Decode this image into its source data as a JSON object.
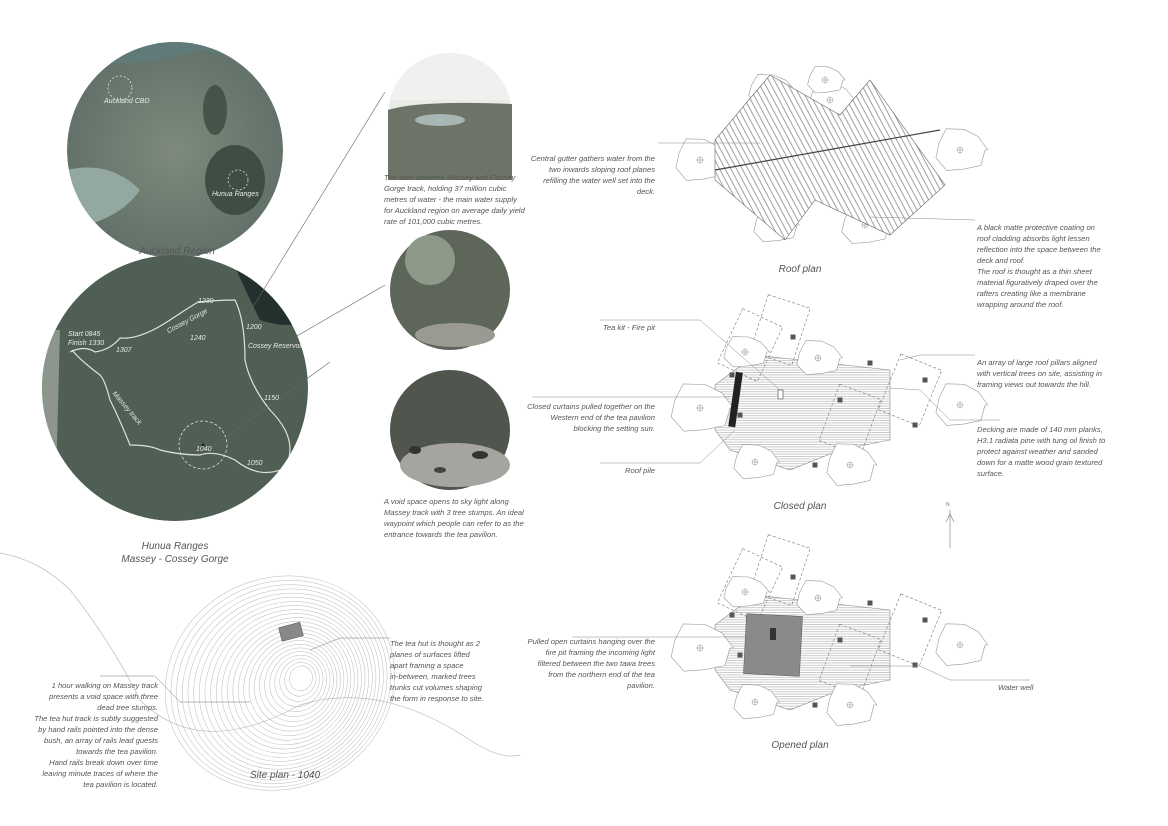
{
  "region_map": {
    "caption": "Auckland Region",
    "labels": [
      "Auckland CBD",
      "Hunua Ranges"
    ]
  },
  "hunua_map": {
    "caption_line1": "Hunua Ranges",
    "caption_line2": "Massey - Cossey Gorge",
    "labels": {
      "start": "Start 0845",
      "finish": "Finish 1330",
      "t1230": "1230",
      "t1200": "1200",
      "t1240": "1240",
      "t1307": "1307",
      "t1150": "1150",
      "t1040": "1040",
      "t1050": "1050",
      "cossey_gorge": "Cossey Gorge",
      "cossey_reservoir": "Cossey Reservoir",
      "massey_track": "Massey track"
    }
  },
  "photos": {
    "dam_note": "The dam between Massey and Cossey\nGorge track, holding 37 million cubic\nmetres of water -  the main water supply\nfor Auckland region on average daily yield\nrate of 101,000 cubic metres.",
    "void_note": "A void space opens to sky light along\nMassey track with 3 tree stumps. An ideal\nwaypoint which people can refer to as the\nentrance towards the tea pavilion."
  },
  "site_plan": {
    "caption": "Site plan - 1040",
    "left_note": "1 hour walking on Massey track\npresents a void space with three\ndead tree stumps.\nThe tea hut track is subtly suggested\nby hand rails pointed into the dense\nbush, an array of rails lead guests\ntowards the tea pavilion.\nHand rails break down over time\nleaving minute traces of where the\ntea pavilion is located.",
    "right_note": "The tea hut is thought as 2\nplanes of surfaces lifted\napart framing a space\nin-between, marked trees\ntrunks cut volumes shaping\nthe form in response to site."
  },
  "roof_plan": {
    "caption": "Roof plan",
    "left_note": "Central gutter gathers water from the\ntwo inwards sloping roof planes\nrefilling the water well set into the\ndeck.",
    "right_note": "A black matte protective coating on\nroof cladding absorbs light lessen\nreflection into the space between the\ndeck and roof.\nThe roof is thought as a thin sheet\nmaterial figuratively draped over the\nrafters creating like a membrane\nwrapping around the roof."
  },
  "closed_plan": {
    "caption": "Closed plan",
    "tea_kit": "Tea kit - Fire pit",
    "curtains_note": "Closed curtains pulled together on the\nWestern end of the tea pavilion\nblocking the setting sun.",
    "roof_pile": "Roof pile",
    "pillars_note": "An array of large roof pillars aligned\nwith vertical trees on site, assisting in\nframing views out towards the hill.",
    "decking_note": "Decking are made of 140 mm planks,\nH3.1 radiata pine with tung oil finish to\nprotect against weather and sanded\ndown for a matte wood grain textured\nsurface."
  },
  "opened_plan": {
    "caption": "Opened plan",
    "curtains_note": "Pulled open curtains hanging over the\nfire pit framing the incoming light\nfiltered between the two tawa trees\nfrom the northern end of the tea\npavilion.",
    "water_well": "Water well"
  },
  "north_arrow": {
    "label": "N"
  },
  "colors": {
    "forest": "#4d5e52",
    "region": "#6f7d72",
    "line": "#888888"
  }
}
